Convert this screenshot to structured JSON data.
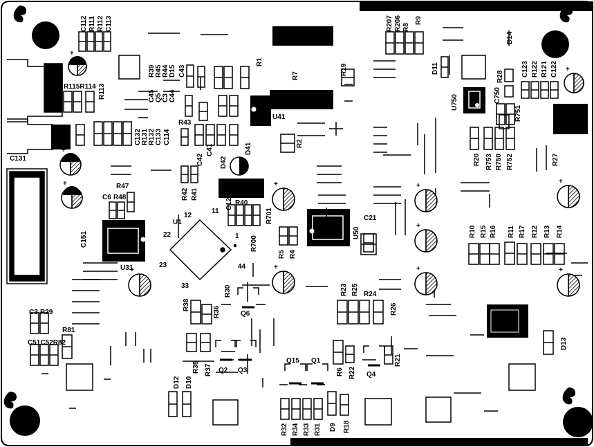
{
  "colors": {
    "ink": "#000000",
    "paper": "#ffffff",
    "hatch": "#000000"
  },
  "labels_h": [
    {
      "id": "C131",
      "t": "C131"
    },
    {
      "id": "R47",
      "t": "R47"
    },
    {
      "id": "C6",
      "t": "C6"
    },
    {
      "id": "R48",
      "t": "R48"
    },
    {
      "id": "U1",
      "t": "U1"
    },
    {
      "id": "p12",
      "t": "12"
    },
    {
      "id": "p22",
      "t": "22"
    },
    {
      "id": "p23",
      "t": "23"
    },
    {
      "id": "p33",
      "t": "33"
    },
    {
      "id": "p11",
      "t": "11"
    },
    {
      "id": "p1",
      "t": "1"
    },
    {
      "id": "p44",
      "t": "44"
    },
    {
      "id": "U31",
      "t": "U31"
    },
    {
      "id": "R43",
      "t": "R43"
    },
    {
      "id": "R40",
      "t": "R40"
    },
    {
      "id": "U41",
      "t": "U41"
    },
    {
      "id": "C3",
      "t": "C3"
    },
    {
      "id": "R29",
      "t": "R29"
    },
    {
      "id": "R81",
      "t": "R81"
    },
    {
      "id": "C51C52R82",
      "t": "C51C52R82"
    },
    {
      "id": "Q6",
      "t": "Q6"
    },
    {
      "id": "Q2",
      "t": "Q2"
    },
    {
      "id": "Q3",
      "t": "Q3"
    },
    {
      "id": "Q15",
      "t": "Q15"
    },
    {
      "id": "Q1",
      "t": "Q1"
    },
    {
      "id": "Q4",
      "t": "Q4"
    },
    {
      "id": "C21",
      "t": "C21"
    },
    {
      "id": "R115R114",
      "t": "R115R114"
    },
    {
      "id": "R24",
      "t": "R24"
    }
  ],
  "labels_v": [
    {
      "id": "C112",
      "t": "C112"
    },
    {
      "id": "R111",
      "t": "R111"
    },
    {
      "id": "R112",
      "t": "R112"
    },
    {
      "id": "C113",
      "t": "C113"
    },
    {
      "id": "R39",
      "t": "R39"
    },
    {
      "id": "R45",
      "t": "R45"
    },
    {
      "id": "R44",
      "t": "R44"
    },
    {
      "id": "D15",
      "t": "D15"
    },
    {
      "id": "C43",
      "t": "C43"
    },
    {
      "id": "C45",
      "t": "C45"
    },
    {
      "id": "Q5",
      "t": "Q5"
    },
    {
      "id": "C3b",
      "t": "C3"
    },
    {
      "id": "C44",
      "t": "C44"
    },
    {
      "id": "R1",
      "t": "R1"
    },
    {
      "id": "R7",
      "t": "R7"
    },
    {
      "id": "R19",
      "t": "R19"
    },
    {
      "id": "R113",
      "t": "R113"
    },
    {
      "id": "C132",
      "t": "C132"
    },
    {
      "id": "R131",
      "t": "R131"
    },
    {
      "id": "R132",
      "t": "R132"
    },
    {
      "id": "C133",
      "t": "C133"
    },
    {
      "id": "C114",
      "t": "C114"
    },
    {
      "id": "C42",
      "t": "C42"
    },
    {
      "id": "C41",
      "t": "C41"
    },
    {
      "id": "D42",
      "t": "D42"
    },
    {
      "id": "D41",
      "t": "D41"
    },
    {
      "id": "R2",
      "t": "R2"
    },
    {
      "id": "R42",
      "t": "R42"
    },
    {
      "id": "R41",
      "t": "R41"
    },
    {
      "id": "C12",
      "t": "C12"
    },
    {
      "id": "R701",
      "t": "R701"
    },
    {
      "id": "R700",
      "t": "R700"
    },
    {
      "id": "R5",
      "t": "R5"
    },
    {
      "id": "R4",
      "t": "R4"
    },
    {
      "id": "U50",
      "t": "U50"
    },
    {
      "id": "C151",
      "t": "C151"
    },
    {
      "id": "R207",
      "t": "R207"
    },
    {
      "id": "R206",
      "t": "R206"
    },
    {
      "id": "R8",
      "t": "R8"
    },
    {
      "id": "R9",
      "t": "R9"
    },
    {
      "id": "D11",
      "t": "D11"
    },
    {
      "id": "D14",
      "t": "D14"
    },
    {
      "id": "U750",
      "t": "U750"
    },
    {
      "id": "R28",
      "t": "R28"
    },
    {
      "id": "C750",
      "t": "C750"
    },
    {
      "id": "R751",
      "t": "R751"
    },
    {
      "id": "C123",
      "t": "C123"
    },
    {
      "id": "R122",
      "t": "R122"
    },
    {
      "id": "R121",
      "t": "R121"
    },
    {
      "id": "C122",
      "t": "C122"
    },
    {
      "id": "R20",
      "t": "R20"
    },
    {
      "id": "R753",
      "t": "R753"
    },
    {
      "id": "R750",
      "t": "R750"
    },
    {
      "id": "R752",
      "t": "R752"
    },
    {
      "id": "R27",
      "t": "R27"
    },
    {
      "id": "R10",
      "t": "R10"
    },
    {
      "id": "R15",
      "t": "R15"
    },
    {
      "id": "R16",
      "t": "R16"
    },
    {
      "id": "R11",
      "t": "R11"
    },
    {
      "id": "R17",
      "t": "R17"
    },
    {
      "id": "R12",
      "t": "R12"
    },
    {
      "id": "R13",
      "t": "R13"
    },
    {
      "id": "R14",
      "t": "R14"
    },
    {
      "id": "R30",
      "t": "R30"
    },
    {
      "id": "R38",
      "t": "R38"
    },
    {
      "id": "R36",
      "t": "R36"
    },
    {
      "id": "R23",
      "t": "R23"
    },
    {
      "id": "R25",
      "t": "R25"
    },
    {
      "id": "R26",
      "t": "R26"
    },
    {
      "id": "R35",
      "t": "R35"
    },
    {
      "id": "R37",
      "t": "R37"
    },
    {
      "id": "D12",
      "t": "D12"
    },
    {
      "id": "D10",
      "t": "D10"
    },
    {
      "id": "R6",
      "t": "R6"
    },
    {
      "id": "R22",
      "t": "R22"
    },
    {
      "id": "R21",
      "t": "R21"
    },
    {
      "id": "D13",
      "t": "D13"
    },
    {
      "id": "R32",
      "t": "R32"
    },
    {
      "id": "R34",
      "t": "R34"
    },
    {
      "id": "R33",
      "t": "R33"
    },
    {
      "id": "R31",
      "t": "R31"
    },
    {
      "id": "D9",
      "t": "D9"
    },
    {
      "id": "R18",
      "t": "R18"
    }
  ],
  "plus": "+"
}
